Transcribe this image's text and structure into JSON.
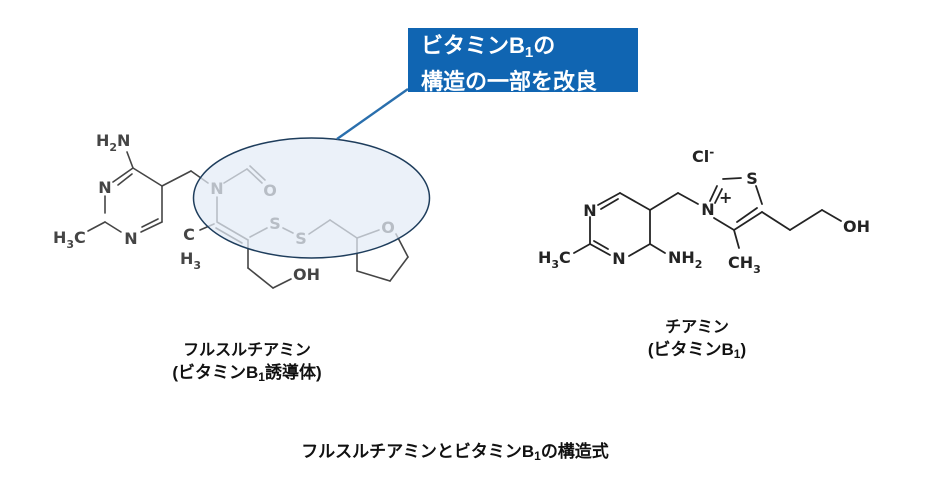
{
  "callout": {
    "line1_pre": "ビタミンB",
    "line1_sub": "1",
    "line1_post": "の",
    "line2": "構造の一部を改良"
  },
  "figure_title": {
    "pre": "フルスルチアミンとビタミンB",
    "sub": "1",
    "post": "の構造式"
  },
  "left_molecule": {
    "caption1": "フルスルチアミン",
    "caption2_pre": "(ビタミンB",
    "caption2_sub": "1",
    "caption2_post": "誘導体)",
    "atoms": {
      "h2n_a": "H",
      "h2n_sub": "2",
      "h2n_b": "N",
      "n3": "N",
      "n1": "N",
      "h3c_a": "H",
      "h3c_sub": "3",
      "h3c_b": "C",
      "n_amide": "N",
      "o_formyl": "O",
      "methyl_c": "C",
      "methyl_h": "H",
      "methyl_sub": "3",
      "s1": "S",
      "s2": "S",
      "oh": "OH",
      "o_ring": "O"
    }
  },
  "right_molecule": {
    "caption1": "チアミン",
    "caption2_pre": "(ビタミンB",
    "caption2_sub": "1",
    "caption2_post": ")",
    "atoms": {
      "cl_a": "Cl",
      "cl_sup": "-",
      "n1": "N",
      "n3": "N",
      "h3c_a": "H",
      "h3c_sub": "3",
      "h3c_b": "C",
      "nh2_a": "NH",
      "nh2_sub": "2",
      "n_plus": "N",
      "n_plus_sup": "+",
      "s": "S",
      "ch3_a": "CH",
      "ch3_sub": "3",
      "oh": "OH"
    }
  },
  "colors": {
    "callout_bg": "#1065b2",
    "callout_text": "#ffffff",
    "highlight_fill": "#e3ebf7",
    "highlight_stroke": "#1e3d5c",
    "connector": "#2a6fad",
    "left_structure": "#454545",
    "right_structure": "#242424"
  }
}
